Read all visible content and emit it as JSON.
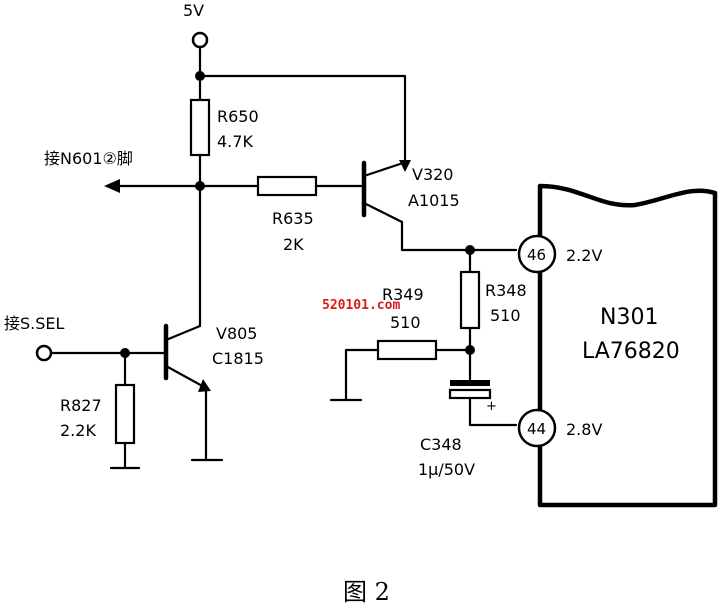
{
  "supply": {
    "label": "5V"
  },
  "connections": {
    "n601": "接N601②脚",
    "ssel": "接S.SEL"
  },
  "components": {
    "r650": {
      "ref": "R650",
      "value": "4.7K"
    },
    "r635": {
      "ref": "R635",
      "value": "2K"
    },
    "r827": {
      "ref": "R827",
      "value": "2.2K"
    },
    "r349": {
      "ref": "R349",
      "value": "510"
    },
    "r348": {
      "ref": "R348",
      "value": "510"
    },
    "c348": {
      "ref": "C348",
      "value": "1μ/50V"
    },
    "v320": {
      "ref": "V320",
      "part": "A1015"
    },
    "v805": {
      "ref": "V805",
      "part": "C1815"
    }
  },
  "ic": {
    "ref": "N301",
    "part": "LA76820",
    "pins": [
      {
        "number": "46",
        "voltage": "2.2V"
      },
      {
        "number": "44",
        "voltage": "2.8V"
      }
    ]
  },
  "watermark": {
    "text": "520101.com",
    "color": "#d81b1b"
  },
  "caption": "图 2"
}
